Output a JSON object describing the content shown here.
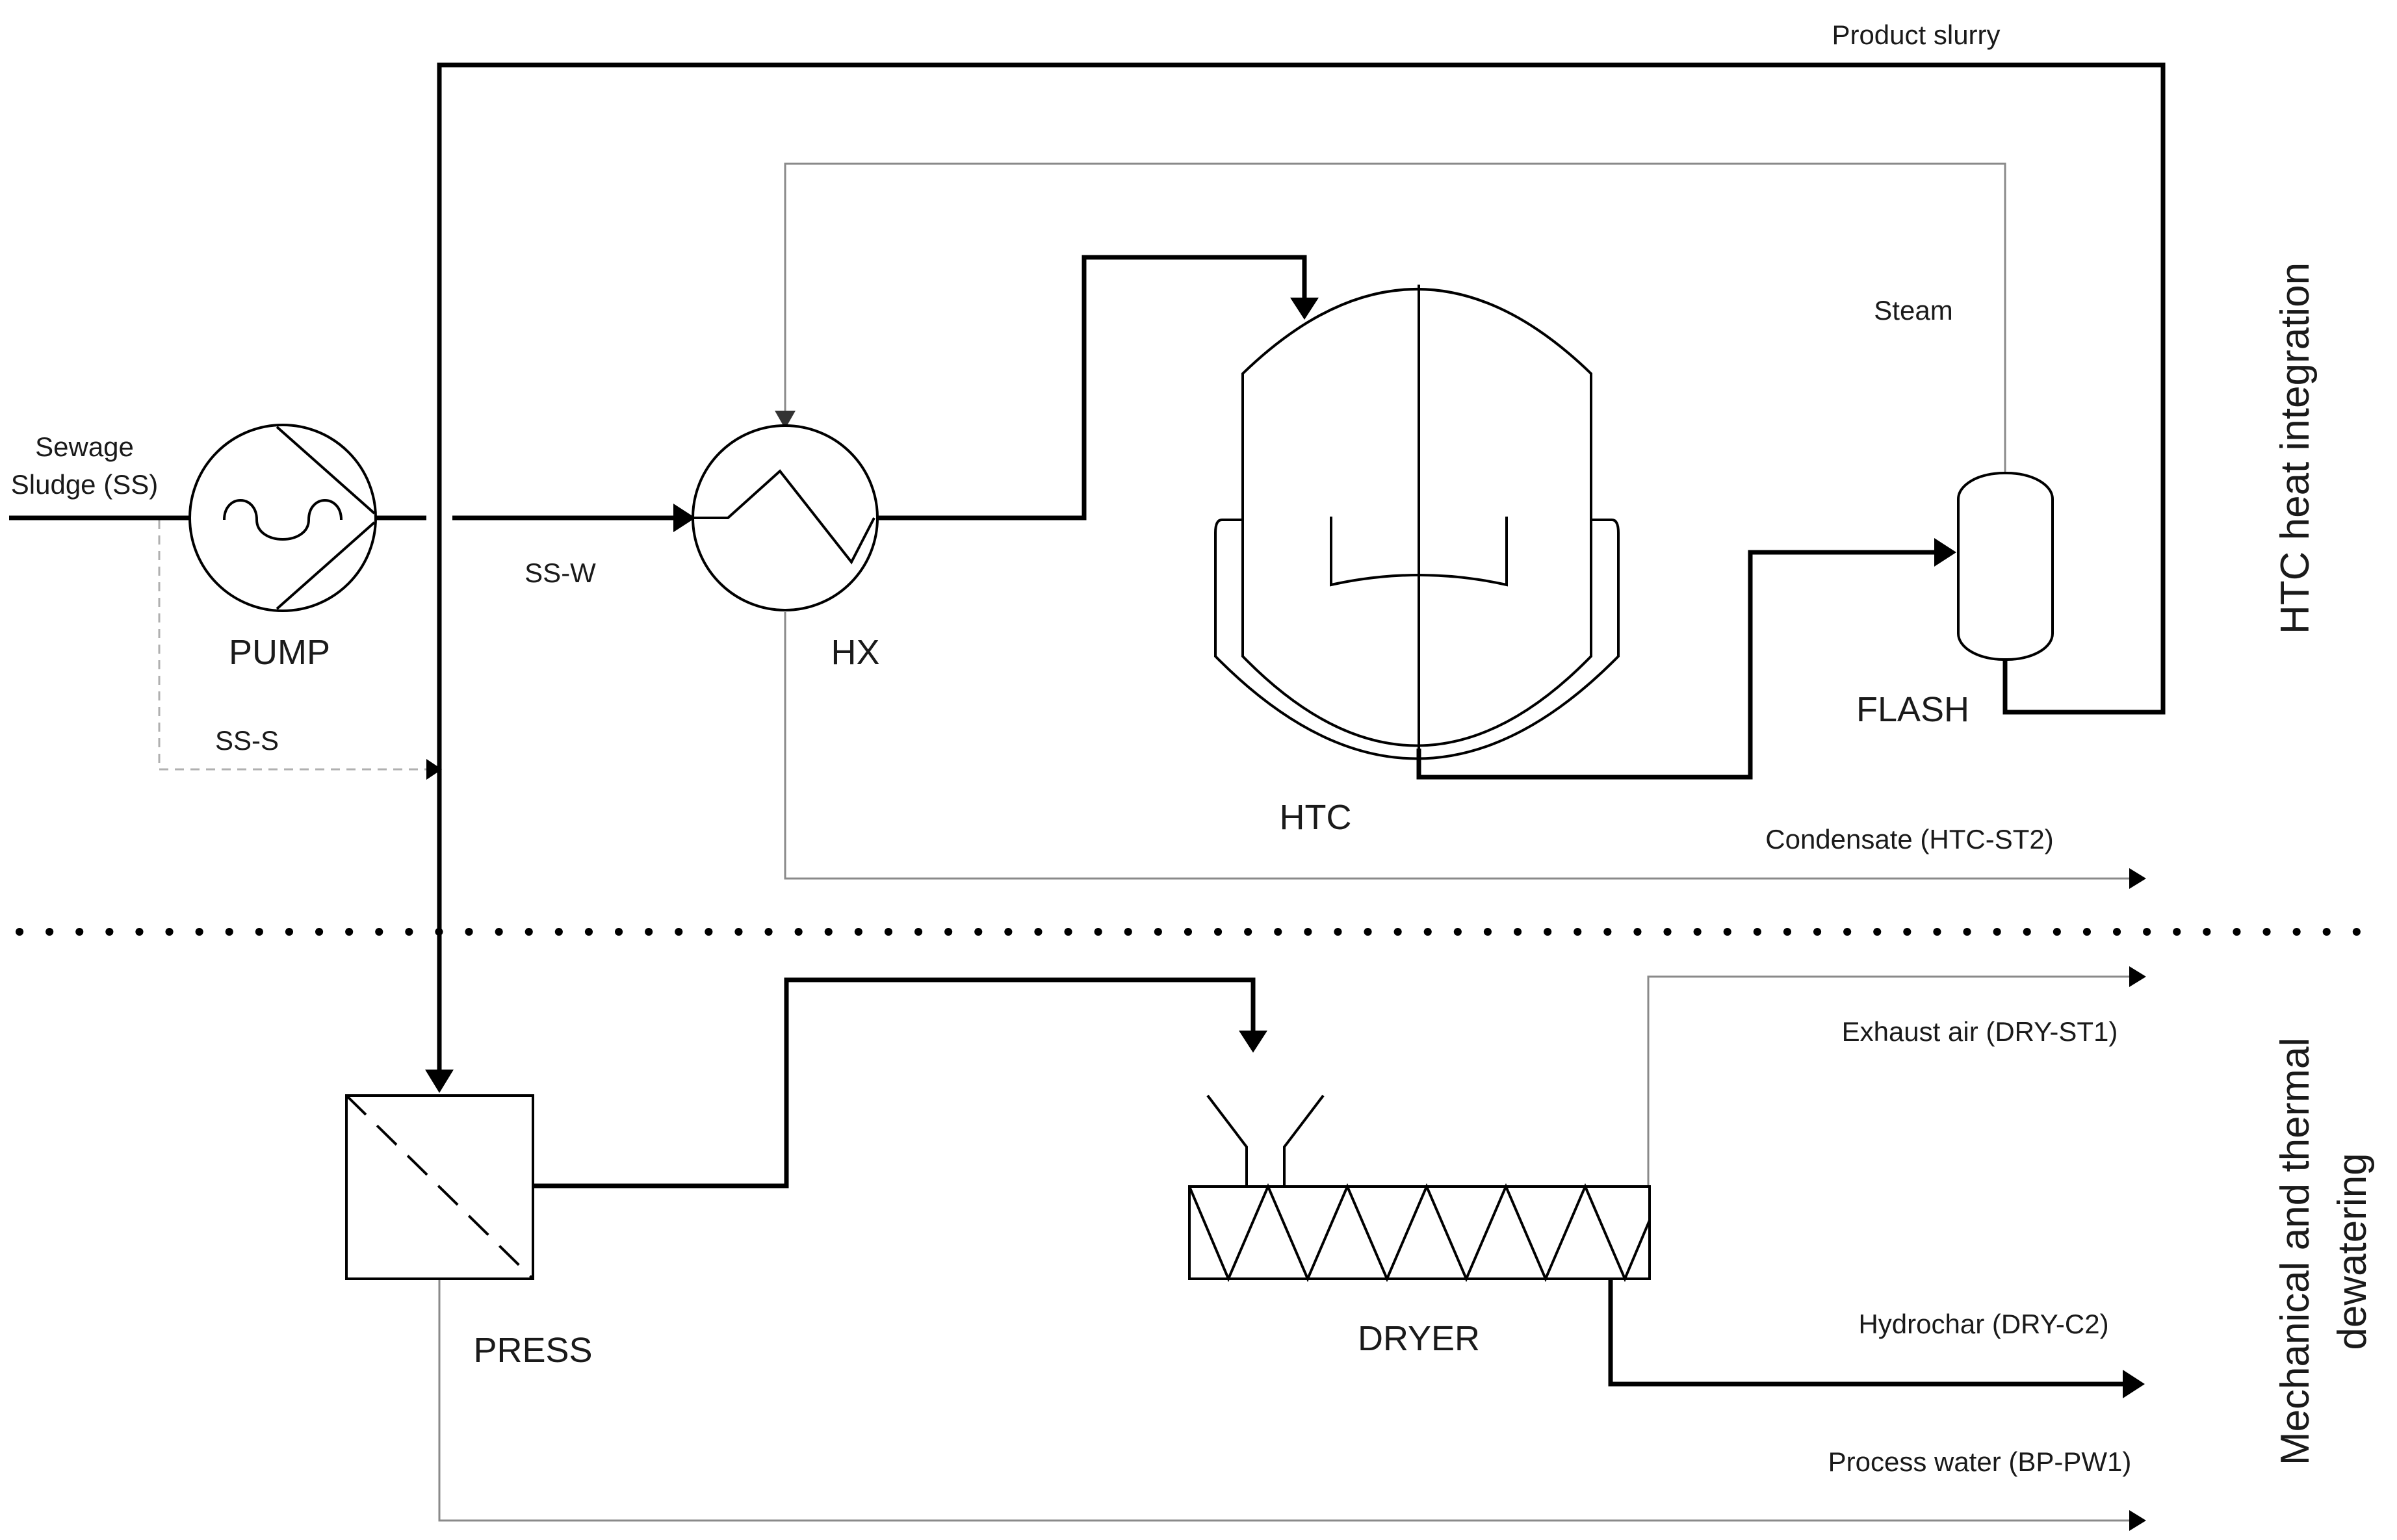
{
  "sections": {
    "top": "HTC heat integration",
    "bottom_line1": "Mechanical and thermal",
    "bottom_line2": "dewatering"
  },
  "units": {
    "pump": "PUMP",
    "hx": "HX",
    "htc": "HTC",
    "flash": "FLASH",
    "press": "PRESS",
    "dryer": "DRYER"
  },
  "streams": {
    "feed_line1": "Sewage",
    "feed_line2": "Sludge (SS)",
    "ss_w": "SS-W",
    "ss_s": "SS-S",
    "product_slurry": "Product slurry",
    "steam": "Steam",
    "condensate": "Condensate (HTC-ST2)",
    "exhaust_air": "Exhaust air (DRY-ST1)",
    "hydrochar": "Hydrochar (DRY-C2)",
    "process_water": "Process water (BP-PW1)"
  },
  "colors": {
    "main_line": "#000000",
    "utility_line": "#8a8a8a",
    "bypass_line": "#b0b0b0"
  }
}
